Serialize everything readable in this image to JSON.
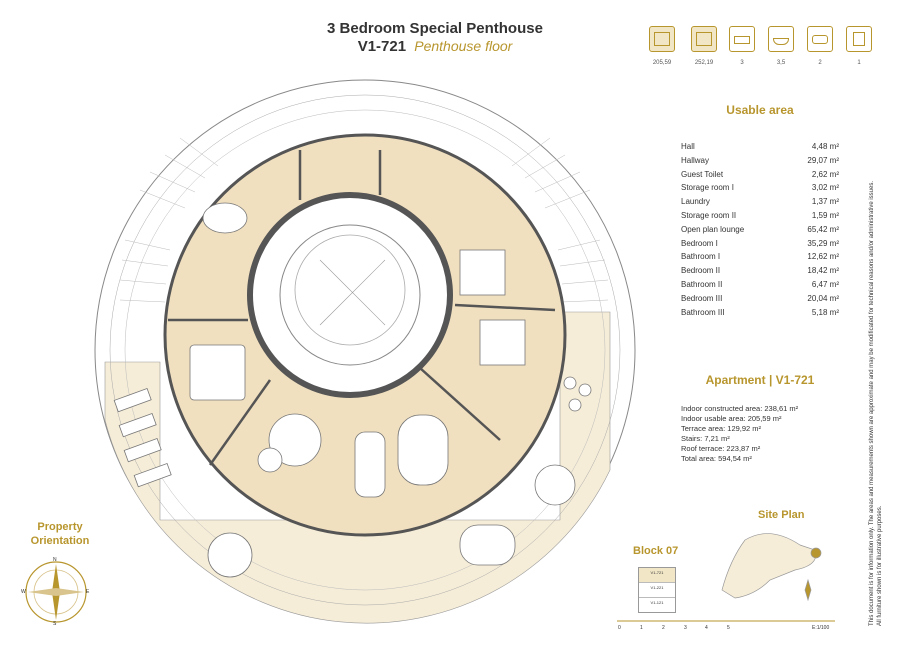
{
  "header": {
    "title": "3 Bedroom Special Penthouse",
    "code": "V1-721",
    "floor": "Penthouse floor"
  },
  "icons": [
    {
      "name": "constructed-area-icon",
      "value": "205,59"
    },
    {
      "name": "usable-area-icon",
      "value": "252,19"
    },
    {
      "name": "bed-icon",
      "value": "3"
    },
    {
      "name": "bath-icon",
      "value": "3,5"
    },
    {
      "name": "car-icon",
      "value": "2"
    },
    {
      "name": "storage-icon",
      "value": "1"
    }
  ],
  "usable": {
    "title": "Usable area",
    "rows": [
      {
        "label": "Hall",
        "value": "4,48 m²"
      },
      {
        "label": "Hallway",
        "value": "29,07 m²"
      },
      {
        "label": "Guest Toilet",
        "value": "2,62 m²"
      },
      {
        "label": "Storage room I",
        "value": "3,02 m²"
      },
      {
        "label": "Laundry",
        "value": "1,37 m²"
      },
      {
        "label": "Storage room II",
        "value": "1,59 m²"
      },
      {
        "label": "Open plan lounge",
        "value": "65,42 m²"
      },
      {
        "label": "Bedroom I",
        "value": "35,29 m²"
      },
      {
        "label": "Bathroom I",
        "value": "12,62 m²"
      },
      {
        "label": "Bedroom II",
        "value": "18,42 m²"
      },
      {
        "label": "Bathroom II",
        "value": "6,47 m²"
      },
      {
        "label": "Bedroom III",
        "value": "20,04 m²"
      },
      {
        "label": "Bathroom III",
        "value": "5,18 m²"
      }
    ]
  },
  "apartment": {
    "title": "Apartment | V1-721",
    "lines": [
      "Indoor constructed area: 238,61 m²",
      "Indoor usable area: 205,59 m²",
      "Terrace area: 129,92 m²",
      "Stairs: 7,21 m²",
      "Roof terrace: 223,87 m²",
      "Total area: 594,54 m²"
    ]
  },
  "disclaimer": {
    "line1": "This document is for information only. The areas and measurements shown are approximate and may be modificated for technical reasons and/or administrative issues.",
    "line2": "All furniture shown is for illustrative purposes."
  },
  "orientation": {
    "line1": "Property",
    "line2": "Orientation",
    "n": "N",
    "s": "S",
    "e": "E",
    "w": "W"
  },
  "block": {
    "title": "Block 07",
    "units": [
      "V1-721",
      "V1-221",
      "V1-121"
    ]
  },
  "site_plan": {
    "title": "Site Plan"
  },
  "scale": {
    "ticks": [
      "0",
      "1",
      "2",
      "3",
      "4",
      "5"
    ],
    "label": "E:1/100"
  },
  "colors": {
    "accent": "#b8962e",
    "floor": "#f1e0c0",
    "terrace": "#f6edd8"
  }
}
